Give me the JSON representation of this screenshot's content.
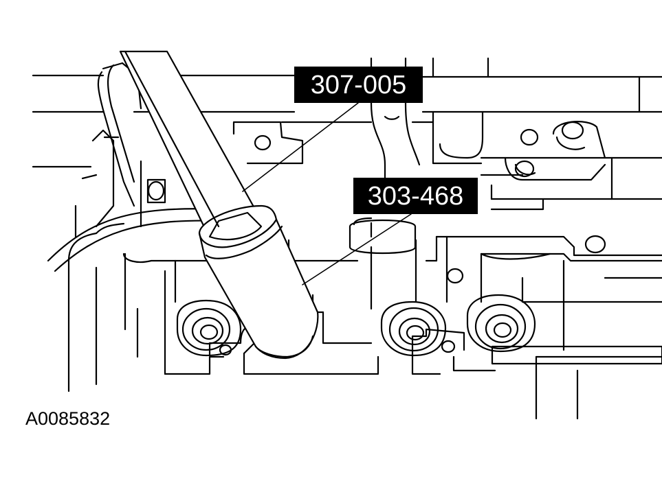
{
  "callouts": [
    {
      "label": "307-005"
    },
    {
      "label": "303-468"
    }
  ],
  "figure_id": "A0085832",
  "colors": {
    "ink": "#000000",
    "paper": "#ffffff"
  }
}
